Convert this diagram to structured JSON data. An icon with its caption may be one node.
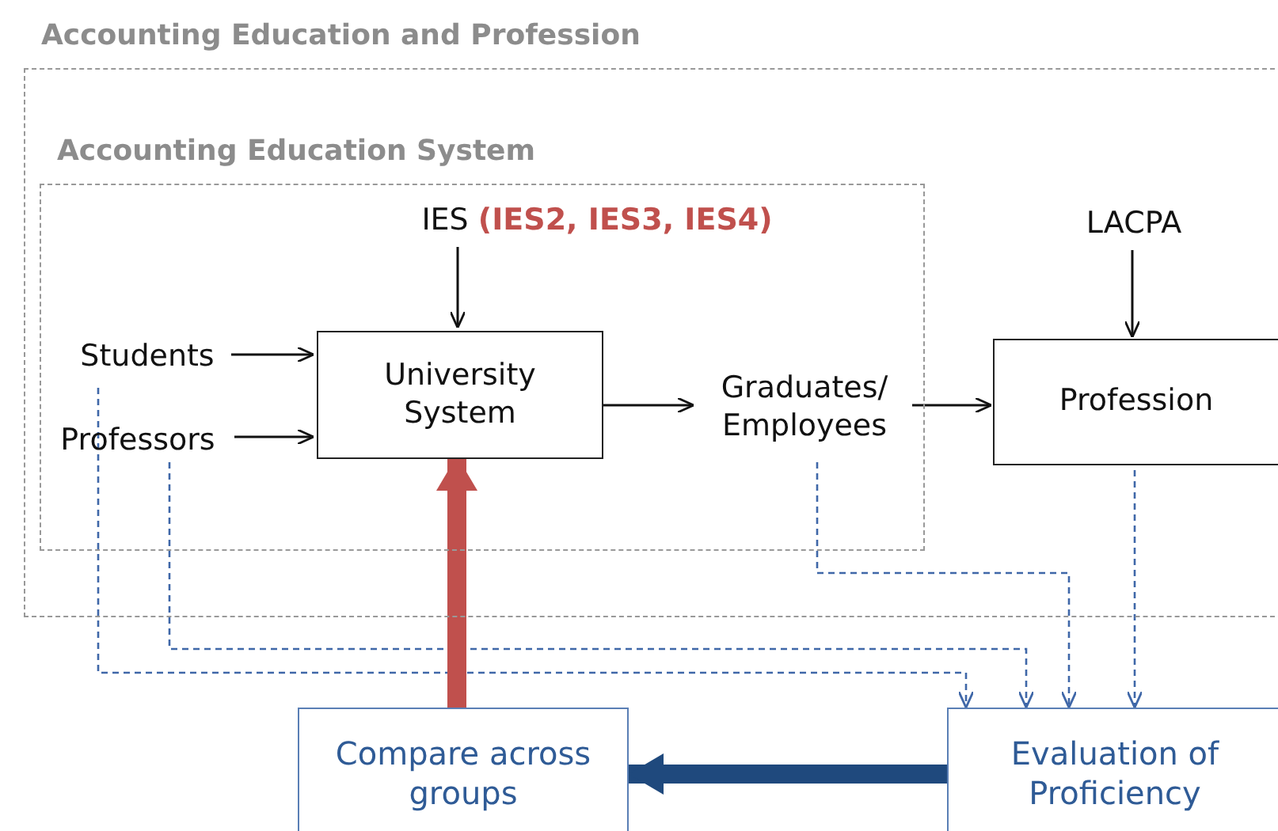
{
  "diagram": {
    "nodes": [
      {
        "text": [
          "Accounting Education and Profession"
        ]
      },
      {
        "text": [
          "Accounting Education System"
        ],
        "in": 0
      },
      {
        "text": [
          "IES **(IES2, IES3, IES4)**"
        ],
        "in": 1
      },
      {
        "text": [
          "Students"
        ],
        "in": 1
      },
      {
        "text": [
          "Professors"
        ],
        "in": 1
      },
      {
        "text": [
          "University System"
        ],
        "in": 1
      },
      {
        "text": [
          "Graduates/ Employees"
        ],
        "in": 1
      },
      {
        "text": [
          "LACPA"
        ],
        "in": 0
      },
      {
        "text": [
          "Profession"
        ],
        "in": 0
      },
      {
        "text": [
          "Compare across groups"
        ]
      },
      {
        "text": [
          "Evaluation of Proficiency"
        ]
      }
    ],
    "edges": [
      {
        "from": 2,
        "to": 5,
        "arrow": "to"
      },
      {
        "from": 3,
        "to": 5,
        "arrow": "to"
      },
      {
        "from": 4,
        "to": 5,
        "arrow": "to"
      },
      {
        "from": 5,
        "to": 6,
        "arrow": "to"
      },
      {
        "from": 6,
        "to": 8,
        "arrow": "to"
      },
      {
        "from": 7,
        "to": 8,
        "arrow": "to"
      },
      {
        "from": 3,
        "to": 10,
        "arrow": "to",
        "style": "dashed",
        "color": "#3f67a8"
      },
      {
        "from": 4,
        "to": 10,
        "arrow": "to",
        "style": "dashed",
        "color": "#3f67a8"
      },
      {
        "from": 6,
        "to": 10,
        "arrow": "to",
        "style": "dashed",
        "color": "#3f67a8"
      },
      {
        "from": 8,
        "to": 10,
        "arrow": "to",
        "style": "dashed",
        "color": "#3f67a8"
      },
      {
        "from": 9,
        "to": 5,
        "arrow": "to",
        "style": "thick",
        "color": "#c0504d"
      },
      {
        "from": 10,
        "to": 9,
        "arrow": "to",
        "style": "thick",
        "color": "#1f497d"
      }
    ]
  }
}
